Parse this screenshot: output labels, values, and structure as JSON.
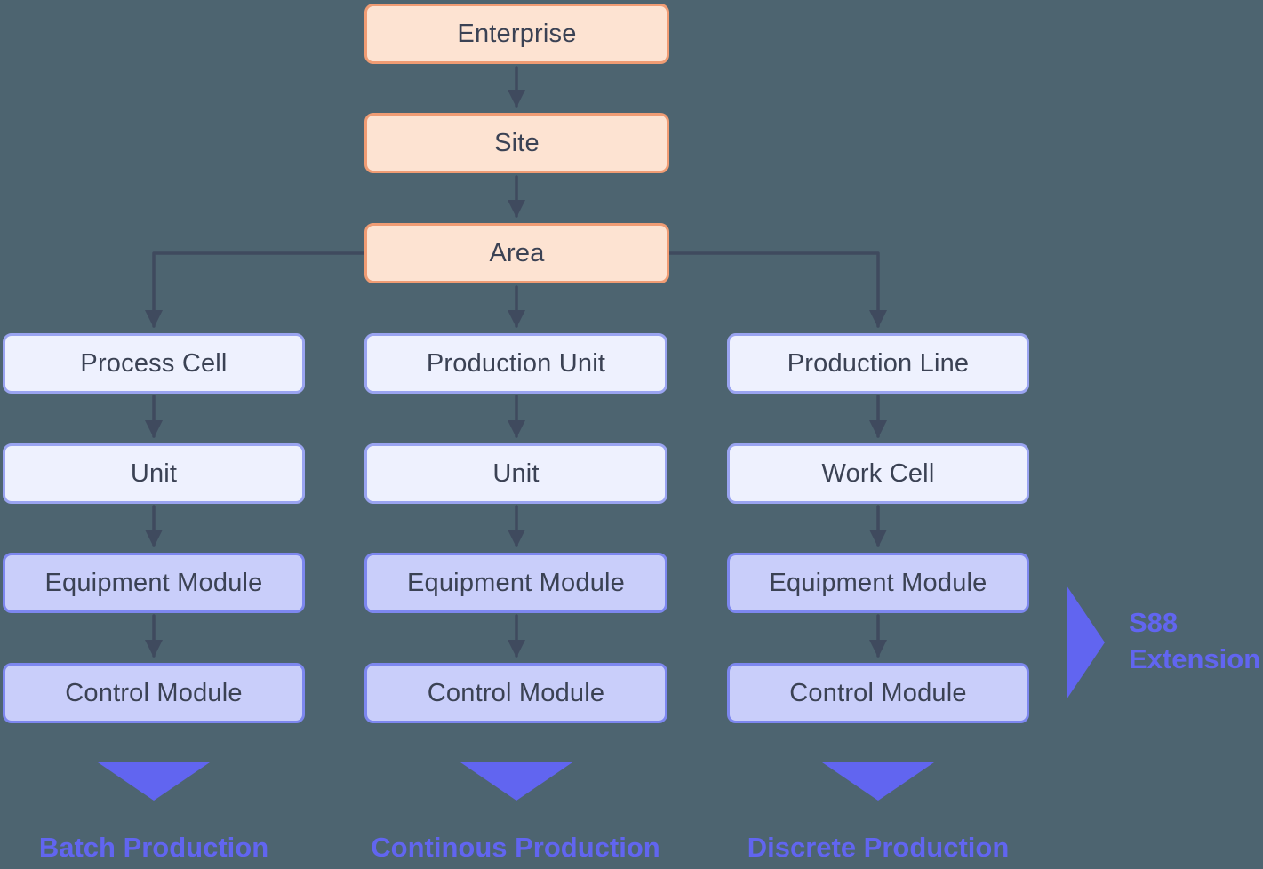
{
  "background_color": "#4d6470",
  "colors": {
    "orange_fill": "#fde3d2",
    "orange_border": "#f09c74",
    "light_fill": "#eef1fe",
    "light_border": "#9aa4f1",
    "mid_fill": "#c9cefa",
    "mid_border": "#7d87ef",
    "arrow_line": "#3f4a5e",
    "accent_purple": "#6165f0",
    "box_text": "#3b4254"
  },
  "hierarchy": {
    "top": [
      {
        "label": "Enterprise"
      },
      {
        "label": "Site"
      },
      {
        "label": "Area"
      }
    ],
    "columns": [
      {
        "levels": [
          "Process Cell",
          "Unit",
          "Equipment Module",
          "Control Module"
        ],
        "production_type": "Batch Production"
      },
      {
        "levels": [
          "Production Unit",
          "Unit",
          "Equipment Module",
          "Control Module"
        ],
        "production_type": "Continous Production"
      },
      {
        "levels": [
          "Production Line",
          "Work Cell",
          "Equipment Module",
          "Control Module"
        ],
        "production_type": "Discrete Production"
      }
    ],
    "annotation": {
      "line1": "S88",
      "line2": "Extension"
    }
  }
}
